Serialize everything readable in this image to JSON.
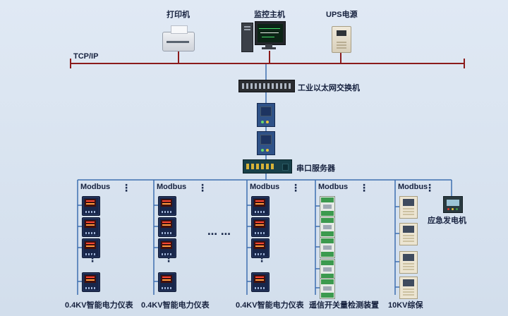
{
  "colors": {
    "background": "#d9e3ef",
    "tcpip_bus": "#8b1b1b",
    "field_bus": "#3e6fb0",
    "label_text": "#16213e"
  },
  "top_row": {
    "printer_label": "打印机",
    "monitor_label": "监控主机",
    "ups_label": "UPS电源"
  },
  "backbone": {
    "tcpip_label": "TCP/IP",
    "switch_label": "工业以太网交换机",
    "serial_server_label": "串口服务器"
  },
  "groups": [
    {
      "bus_label": "Modbus",
      "device_label": "0.4KV智能电力仪表"
    },
    {
      "bus_label": "Modbus",
      "device_label": "0.4KV智能电力仪表"
    },
    {
      "bus_label": "Modbus",
      "device_label": "0.4KV智能电力仪表"
    },
    {
      "bus_label": "Modbus",
      "device_label": "遥信开关量检测装置"
    },
    {
      "bus_label": "Modbus",
      "device_label": "10KV综保"
    }
  ],
  "generator": {
    "label": "应急发电机"
  },
  "ellipsis": {
    "vertical": "⋮",
    "horizontal": "…  …"
  }
}
